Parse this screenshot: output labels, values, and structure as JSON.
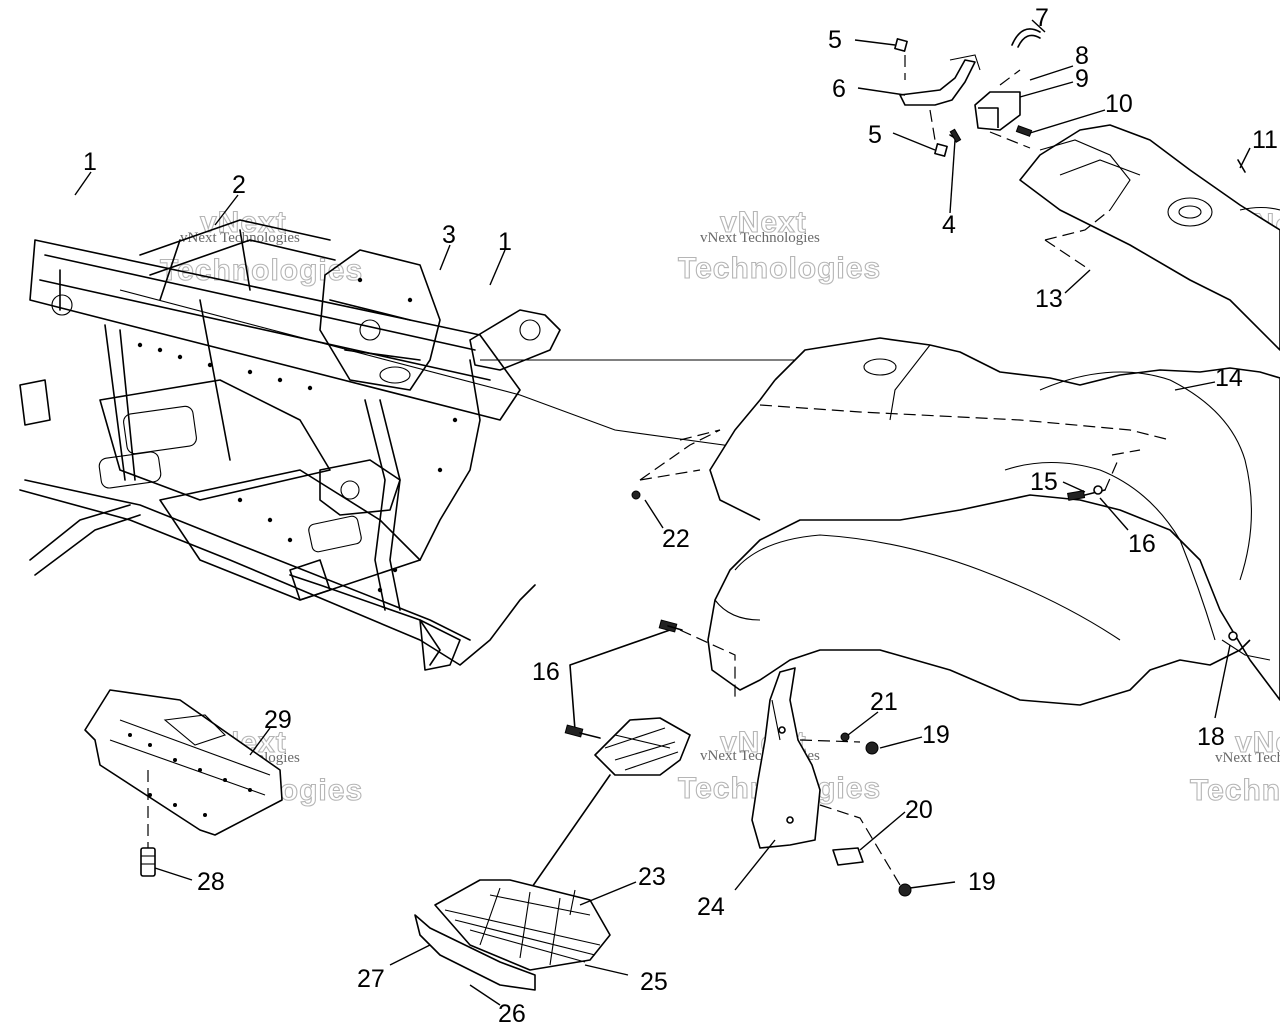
{
  "watermark": {
    "line1": "vNext Technologies",
    "line2": "Technologies",
    "line3": "vNext"
  },
  "callouts": {
    "c1a": "1",
    "c1b": "1",
    "c2": "2",
    "c3": "3",
    "c4": "4",
    "c5a": "5",
    "c5b": "5",
    "c6": "6",
    "c7": "7",
    "c8": "8",
    "c9": "9",
    "c10": "10",
    "c11": "11",
    "c13": "13",
    "c14": "14",
    "c15": "15",
    "c16a": "16",
    "c16b": "16",
    "c18": "18",
    "c19a": "19",
    "c19b": "19",
    "c20": "20",
    "c21": "21",
    "c22": "22",
    "c23": "23",
    "c24": "24",
    "c25": "25",
    "c26": "26",
    "c27": "27",
    "c28": "28",
    "c29": "29"
  }
}
